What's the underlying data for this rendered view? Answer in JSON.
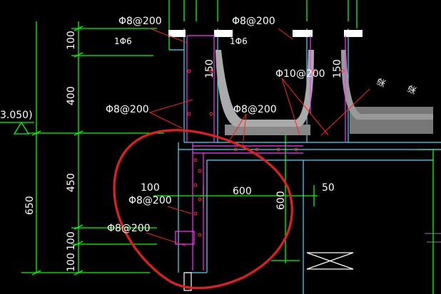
{
  "drawing": {
    "rebar_labels": {
      "top_left_stirrup": "Φ8@200",
      "top_right_stirrup": "Φ8@200",
      "left_long_bar": "1Φ6",
      "right_long_bar": "1Φ6",
      "left_mid_stirrup": "Φ8@200",
      "inner_trough": "Φ8@200",
      "right_trough": "Φ10@200",
      "lower_inner_stirrup": "Φ8@200",
      "lower_outer_stirrup": "Φ8@200"
    },
    "elevation_fragment": "3.050)",
    "side_note_a": "梁",
    "side_note_b": "梁",
    "dimensions": {
      "left_chain": [
        "100",
        "400",
        "450",
        "100",
        "100"
      ],
      "left_total": "650",
      "small_height_a": "150",
      "small_height_b": "150",
      "width_100": "100",
      "width_600": "600",
      "width_50": "50",
      "height_600": "600"
    },
    "colors": {
      "background": "#000000",
      "outline": "#00ff00",
      "rebar": "#ff33ff",
      "leader": "#ff2020",
      "structure": "#40e0ff",
      "annotation_circle": "#e02020"
    }
  }
}
